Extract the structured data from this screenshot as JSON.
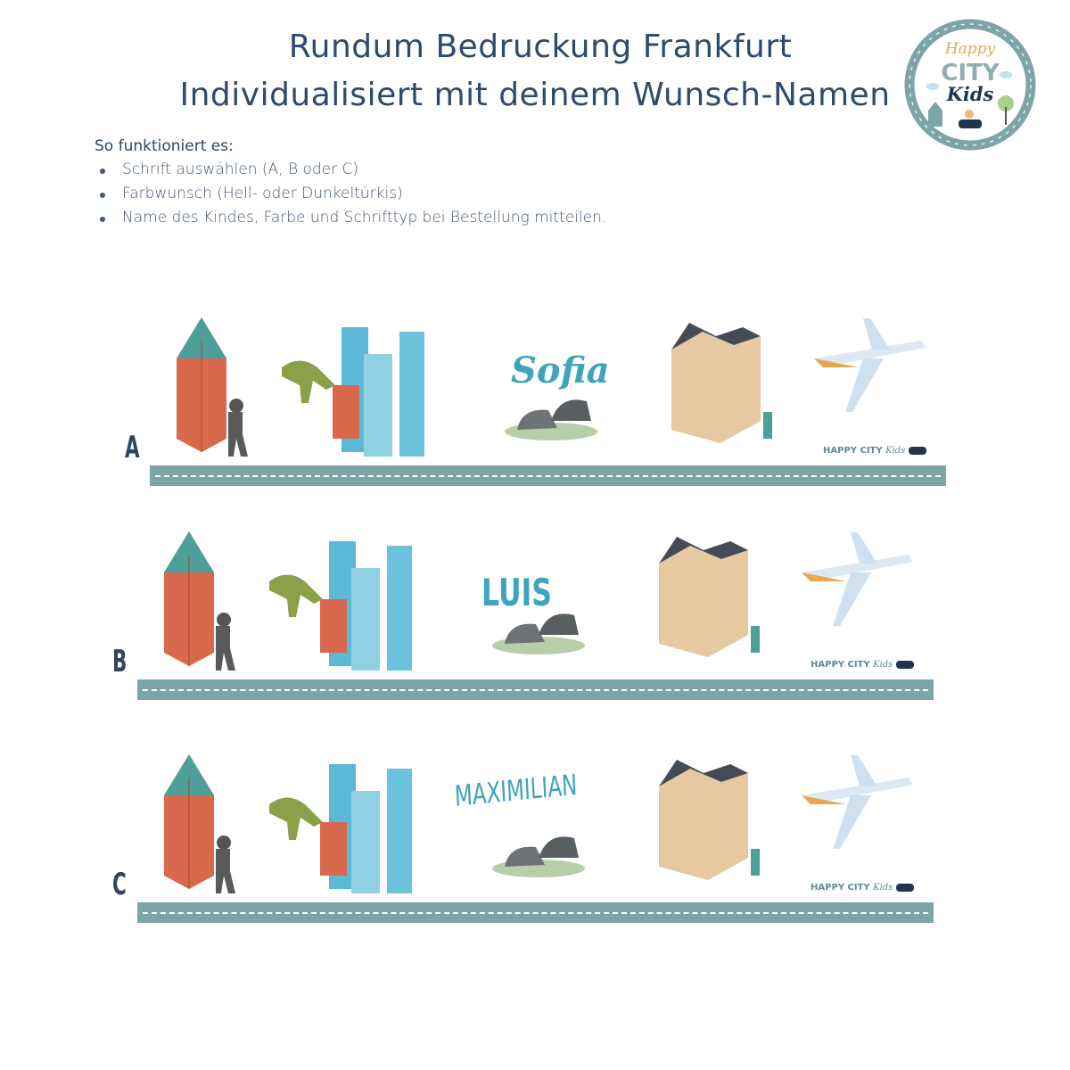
{
  "header": {
    "title_line1": "Rundum Bedruckung Frankfurt",
    "title_line2": "Individualisiert mit deinem Wunsch-Namen"
  },
  "logo": {
    "happy": "Happy",
    "city": "CITY",
    "kids": "Kids"
  },
  "instructions": {
    "heading": "So funktioniert es:",
    "steps": [
      "Schrift auswählen (A, B oder C)",
      "Farbwunsch (Hell- oder Dunkeltürkis)",
      "Name des Kindes, Farbe und Schrifttyp bei Bestellung mitteilen."
    ]
  },
  "variants": [
    {
      "label": "A",
      "name": "Sofia"
    },
    {
      "label": "B",
      "name": "LUIS"
    },
    {
      "label": "C",
      "name": "MAXIMILIAN"
    }
  ],
  "brand": {
    "text": "HAPPY CITY",
    "script": "Kids"
  },
  "colors": {
    "road": "#7ea5a6",
    "name": "#3ea3bd",
    "title": "#2f4a6a"
  }
}
